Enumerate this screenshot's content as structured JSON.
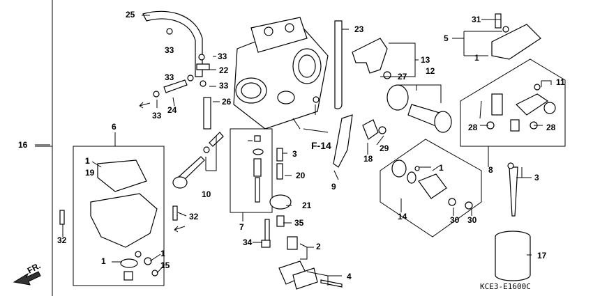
{
  "diagram": {
    "callouts": [
      "25",
      "23",
      "31",
      "5",
      "1",
      "33",
      "33",
      "22",
      "33",
      "13",
      "27",
      "12",
      "11",
      "33",
      "24",
      "26",
      "33",
      "F-14",
      "28",
      "28",
      "16",
      "6",
      "1",
      "3",
      "29",
      "18",
      "1",
      "8",
      "1",
      "19",
      "20",
      "3",
      "10",
      "9",
      "21",
      "32",
      "32",
      "14",
      "30",
      "30",
      "7",
      "35",
      "17",
      "34",
      "2",
      "1",
      "15",
      "1",
      "4",
      "FR."
    ],
    "figure_code": "KCE3-E1600C",
    "ref_label": "F-14",
    "front_label": "FR."
  }
}
